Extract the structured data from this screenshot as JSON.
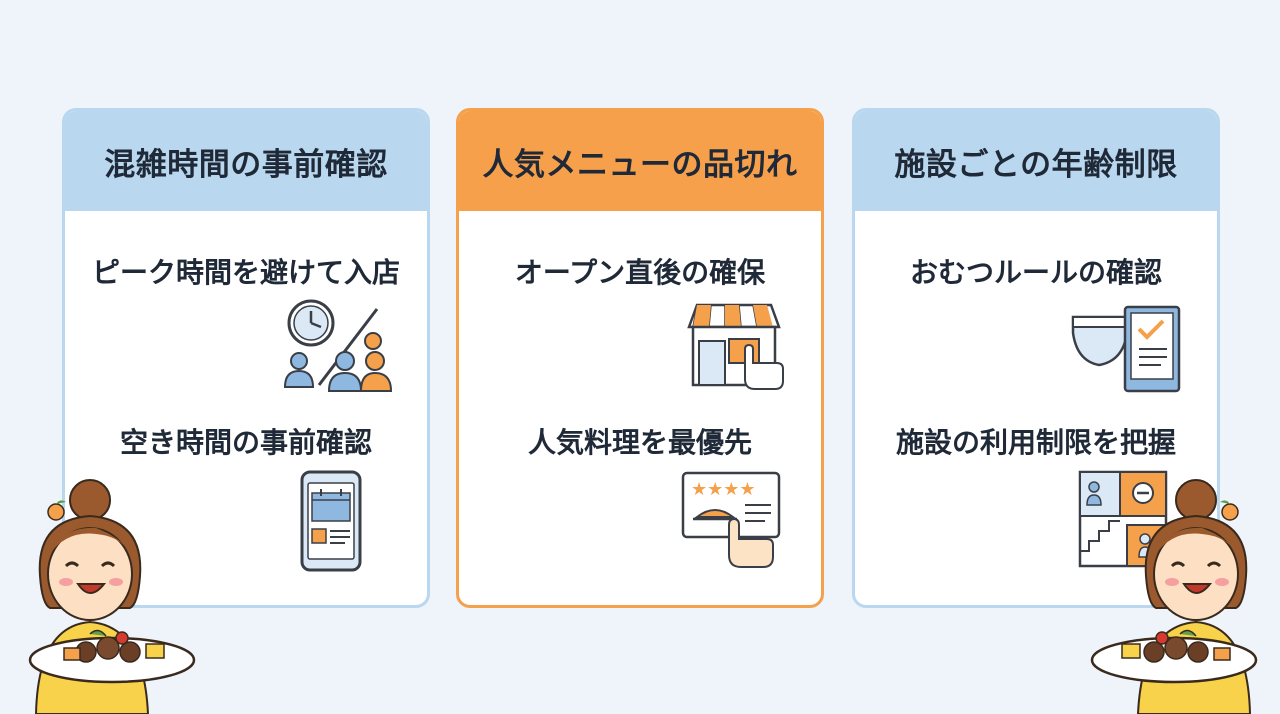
{
  "cards": [
    {
      "header": "混雑時間の事前確認",
      "items": [
        {
          "title": "ピーク時間を避けて入店",
          "icon": "clock-crowd-icon"
        },
        {
          "title": "空き時間の事前確認",
          "icon": "smartphone-calendar-icon"
        }
      ]
    },
    {
      "header": "人気メニューの品切れ",
      "items": [
        {
          "title": "オープン直後の確保",
          "icon": "storefront-tap-icon"
        },
        {
          "title": "人気料理を最優先",
          "icon": "rated-menu-tap-icon"
        }
      ]
    },
    {
      "header": "施設ごとの年齢制限",
      "items": [
        {
          "title": "おむつルールの確認",
          "icon": "diaper-checklist-icon"
        },
        {
          "title": "施設の利用制限を把握",
          "icon": "facility-map-icon"
        }
      ]
    }
  ],
  "colors": {
    "background": "#eef4fa",
    "blue_header": "#b9d7ee",
    "orange_header": "#f7a04c",
    "icon_blue": "#8fb8e0",
    "icon_orange": "#f5a04a"
  }
}
